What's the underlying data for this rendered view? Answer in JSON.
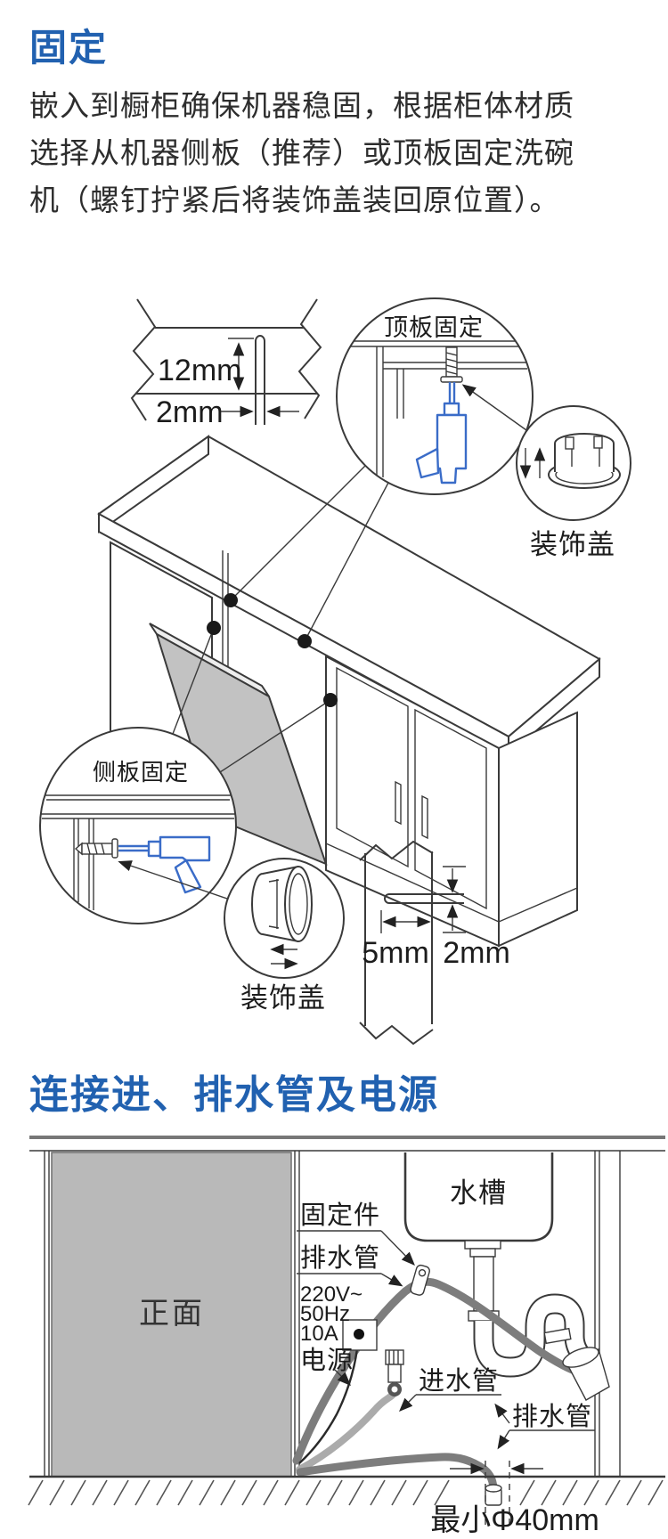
{
  "colors": {
    "heading_blue": "#2161b0",
    "drill_blue": "#3a6cc8",
    "line_gray": "#3a3a3a",
    "door_gray": "#c2c2c2",
    "front_panel_gray": "#b9b9b9",
    "drain_hose_gray": "#7d7d7d",
    "inlet_hose_gray": "#ababab"
  },
  "section1": {
    "heading": "固定",
    "body_line1": "嵌入到橱柜确保机器稳固，根据柜体材质",
    "body_line2": "选择从机器侧板（推荐）或顶板固定洗碗",
    "body_line3": "机（螺钉拧紧后将装饰盖装回原位置）。",
    "top_detail": {
      "depth": "12mm",
      "width": "2mm"
    },
    "top_callout": {
      "title": "顶板固定"
    },
    "cap_top": {
      "label": "装饰盖"
    },
    "side_callout": {
      "title": "侧板固定"
    },
    "cap_side": {
      "label": "装饰盖"
    },
    "side_detail": {
      "depth": "5mm",
      "width": "2mm"
    }
  },
  "section2": {
    "heading": "连接进、排水管及电源",
    "front": "正面",
    "sink": "水槽",
    "fixer": "固定件",
    "drain_top": "排水管",
    "volt": "220V~",
    "hz": "50Hz",
    "amp": "10A",
    "power": "电源",
    "inlet": "进水管",
    "drain_bottom": "排水管",
    "min_dia": "最小Φ40mm"
  }
}
